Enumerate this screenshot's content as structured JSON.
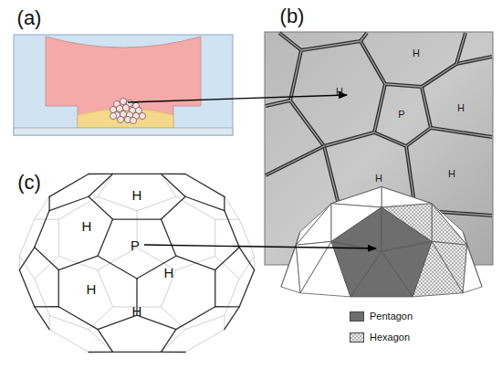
{
  "diagram": {
    "labels": [
      "(a)",
      "(b)",
      "H",
      "H",
      "P",
      "H",
      "H",
      "H",
      "(c)",
      "H",
      "H",
      "P",
      "H",
      "H",
      "H"
    ],
    "legend": [
      {
        "text": "Pentagon",
        "color": "#6e6e6e"
      },
      {
        "text": "Hexagon"
      }
    ]
  }
}
